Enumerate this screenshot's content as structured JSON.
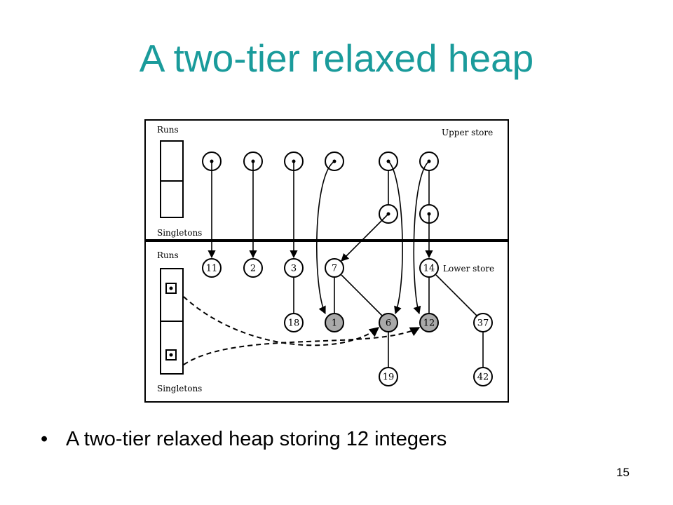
{
  "slide": {
    "title": "A two-tier relaxed heap",
    "bullet_marker": "•",
    "bullet": "A two-tier relaxed heap storing 12 integers",
    "page_number": "15"
  },
  "diagram": {
    "upper_store": {
      "label": "Upper store",
      "runs_label": "Runs",
      "singletons_label": "Singletons"
    },
    "lower_store": {
      "label": "Lower store",
      "runs_label": "Runs",
      "singletons_label": "Singletons"
    },
    "nodes": [
      {
        "id": "n11",
        "value": "11",
        "shaded": false
      },
      {
        "id": "n2",
        "value": "2",
        "shaded": false
      },
      {
        "id": "n3",
        "value": "3",
        "shaded": false
      },
      {
        "id": "n7",
        "value": "7",
        "shaded": false
      },
      {
        "id": "n14",
        "value": "14",
        "shaded": false
      },
      {
        "id": "n18",
        "value": "18",
        "shaded": false
      },
      {
        "id": "n1",
        "value": "1",
        "shaded": true
      },
      {
        "id": "n6",
        "value": "6",
        "shaded": true
      },
      {
        "id": "n12",
        "value": "12",
        "shaded": true
      },
      {
        "id": "n37",
        "value": "37",
        "shaded": false
      },
      {
        "id": "n19",
        "value": "19",
        "shaded": false
      },
      {
        "id": "n42",
        "value": "42",
        "shaded": false
      }
    ],
    "colors": {
      "shaded_node": "#a9a9a9",
      "title": "#1a9b9b"
    }
  }
}
